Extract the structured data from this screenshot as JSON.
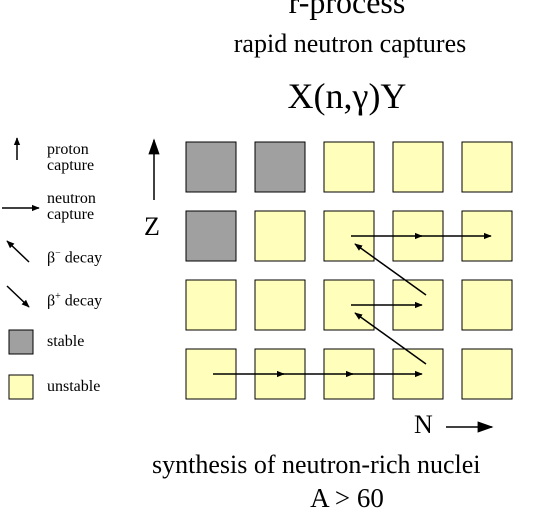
{
  "title": "r-process",
  "subtitle": "rapid neutron captures",
  "reaction": "X(n,γ)Y",
  "axes": {
    "z_label": "Z",
    "n_label": "N"
  },
  "footer": {
    "line1": "synthesis of neutron-rich nuclei",
    "line2": "A > 60"
  },
  "legend": {
    "proton_capture": {
      "line1": "proton",
      "line2": "capture"
    },
    "neutron_capture": {
      "line1": "neutron",
      "line2": "capture"
    },
    "beta_minus": {
      "symbol": "β",
      "sup": "−",
      "text": " decay"
    },
    "beta_plus": {
      "symbol": "β",
      "sup": "+",
      "text": " decay"
    },
    "stable": "stable",
    "unstable": "unstable"
  },
  "colors": {
    "stable": "#a0a0a0",
    "unstable": "#ffffbb",
    "stroke": "#000000"
  },
  "grid": {
    "rows": 4,
    "cols": 5,
    "cells": [
      [
        "stable",
        "stable",
        "unstable",
        "unstable",
        "unstable"
      ],
      [
        "stable",
        "unstable",
        "unstable",
        "unstable",
        "unstable"
      ],
      [
        "unstable",
        "unstable",
        "unstable",
        "unstable",
        "unstable"
      ],
      [
        "unstable",
        "unstable",
        "unstable",
        "unstable",
        "unstable"
      ]
    ]
  },
  "path": [
    {
      "type": "neutron",
      "from": [
        3,
        0
      ],
      "to": [
        3,
        1
      ]
    },
    {
      "type": "neutron",
      "from": [
        3,
        1
      ],
      "to": [
        3,
        2
      ]
    },
    {
      "type": "neutron",
      "from": [
        3,
        2
      ],
      "to": [
        3,
        3
      ]
    },
    {
      "type": "beta",
      "from": [
        3,
        3
      ],
      "to": [
        2,
        2
      ]
    },
    {
      "type": "neutron",
      "from": [
        2,
        2
      ],
      "to": [
        2,
        3
      ]
    },
    {
      "type": "beta",
      "from": [
        2,
        3
      ],
      "to": [
        1,
        2
      ]
    },
    {
      "type": "neutron",
      "from": [
        1,
        2
      ],
      "to": [
        1,
        3
      ]
    },
    {
      "type": "neutron",
      "from": [
        1,
        3
      ],
      "to": [
        1,
        4
      ]
    }
  ]
}
